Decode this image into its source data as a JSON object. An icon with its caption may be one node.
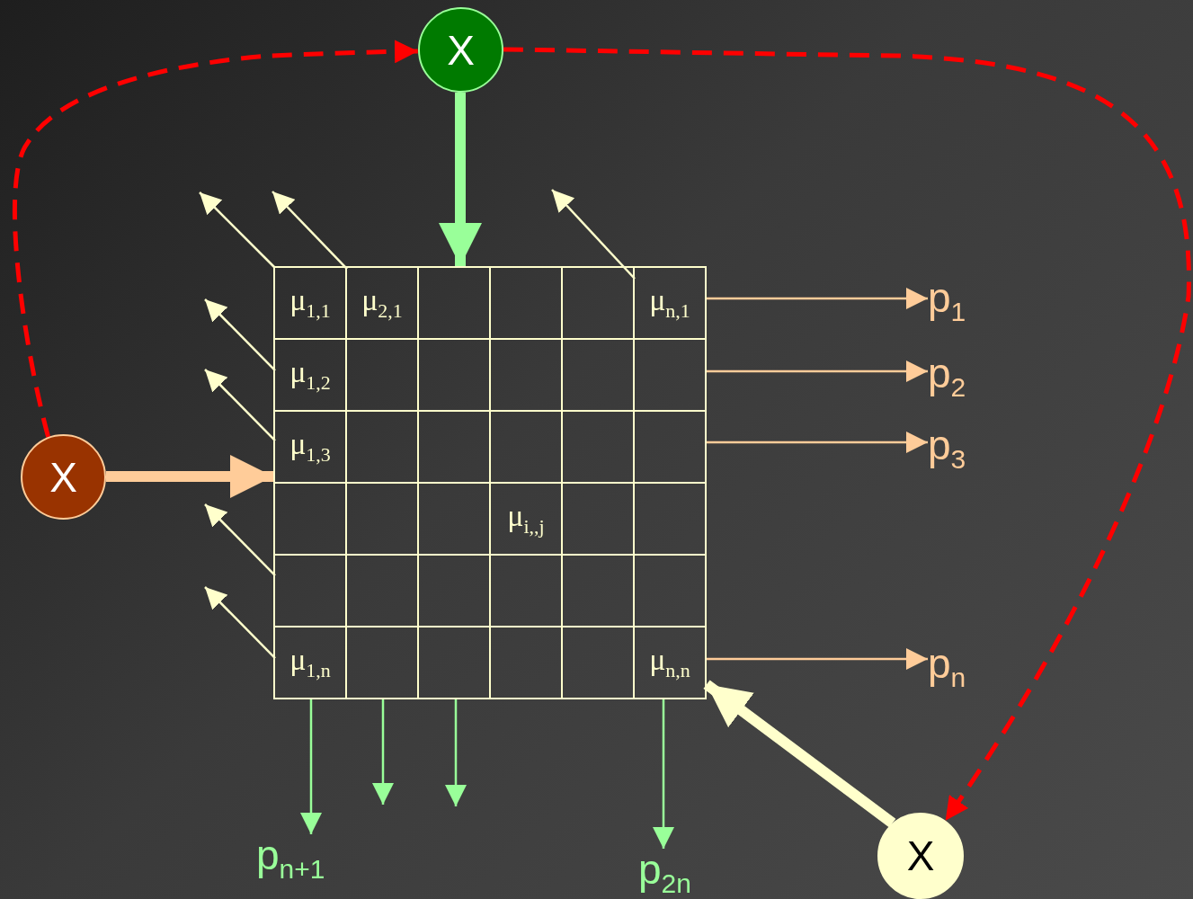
{
  "diagram": {
    "nodes": [
      {
        "text": [
          "X"
        ]
      },
      {
        "text": [
          "X"
        ]
      },
      {
        "text": [
          "X"
        ]
      },
      {
        "text": [],
        "shape": "grid"
      },
      {
        "text": [
          "μ$_{1,1}$"
        ],
        "in": 3
      },
      {
        "text": [
          "μ$_{2,1}$"
        ],
        "in": 3
      },
      {
        "text": [],
        "shape": "box",
        "in": 3
      },
      {
        "text": [],
        "shape": "box",
        "in": 3
      },
      {
        "text": [],
        "shape": "box",
        "in": 3
      },
      {
        "text": [
          "μ$_{n,1}$"
        ],
        "in": 3
      },
      {
        "text": [
          "μ$_{1,2}$"
        ],
        "in": 3
      },
      {
        "text": [],
        "shape": "box",
        "in": 3
      },
      {
        "text": [],
        "shape": "box",
        "in": 3
      },
      {
        "text": [],
        "shape": "box",
        "in": 3
      },
      {
        "text": [],
        "shape": "box",
        "in": 3
      },
      {
        "text": [],
        "shape": "box",
        "in": 3
      },
      {
        "text": [
          "μ$_{1,3}$"
        ],
        "in": 3
      },
      {
        "text": [],
        "shape": "box",
        "in": 3
      },
      {
        "text": [],
        "shape": "box",
        "in": 3
      },
      {
        "text": [],
        "shape": "box",
        "in": 3
      },
      {
        "text": [],
        "shape": "box",
        "in": 3
      },
      {
        "text": [],
        "shape": "box",
        "in": 3
      },
      {
        "text": [],
        "shape": "box",
        "in": 3
      },
      {
        "text": [],
        "shape": "box",
        "in": 3
      },
      {
        "text": [],
        "shape": "box",
        "in": 3
      },
      {
        "text": [
          "μ$_{i,,j}$"
        ],
        "in": 3
      },
      {
        "text": [],
        "shape": "box",
        "in": 3
      },
      {
        "text": [],
        "shape": "box",
        "in": 3
      },
      {
        "text": [],
        "shape": "box",
        "in": 3
      },
      {
        "text": [],
        "shape": "box",
        "in": 3
      },
      {
        "text": [],
        "shape": "box",
        "in": 3
      },
      {
        "text": [],
        "shape": "box",
        "in": 3
      },
      {
        "text": [],
        "shape": "box",
        "in": 3
      },
      {
        "text": [],
        "shape": "box",
        "in": 3
      },
      {
        "text": [
          "μ$_{1,n}$"
        ],
        "in": 3
      },
      {
        "text": [],
        "shape": "box",
        "in": 3
      },
      {
        "text": [],
        "shape": "box",
        "in": 3
      },
      {
        "text": [],
        "shape": "box",
        "in": 3
      },
      {
        "text": [],
        "shape": "box",
        "in": 3
      },
      {
        "text": [
          "μ$_{n,n}$"
        ],
        "in": 3
      },
      {
        "text": [
          "p$_{1}$"
        ]
      },
      {
        "text": [
          "p$_{2}$"
        ]
      },
      {
        "text": [
          "p$_{3}$"
        ]
      },
      {
        "text": [
          "p$_{n}$"
        ]
      },
      {
        "text": [
          "p$_{n+1}$"
        ]
      },
      {
        "text": [
          "p$_{2n}$"
        ]
      }
    ],
    "edges": [
      {
        "from": 1,
        "to": 0,
        "arrow": "to",
        "style": "dashed",
        "color": "#ff0000"
      },
      {
        "from": 0,
        "to": 2,
        "arrow": "to",
        "style": "dashed",
        "color": "#ff0000"
      },
      {
        "from": 0,
        "to": 3,
        "arrow": "to",
        "style": "thick",
        "color": "#99ff99"
      },
      {
        "from": 1,
        "to": 3,
        "arrow": "to",
        "style": "thick",
        "color": "#ffcc99"
      },
      {
        "from": 2,
        "to": 3,
        "arrow": "to",
        "style": "thick"
      },
      {
        "from": 9,
        "to": 40,
        "arrow": "to",
        "color": "#ffcc99"
      },
      {
        "from": 15,
        "to": 41,
        "arrow": "to",
        "color": "#ffcc99"
      },
      {
        "from": 21,
        "to": 42,
        "arrow": "to",
        "color": "#ffcc99"
      },
      {
        "from": 39,
        "to": 43,
        "arrow": "to",
        "color": "#ffcc99"
      },
      {
        "from": 34,
        "to": 44,
        "arrow": "to",
        "color": "#99ff99"
      },
      {
        "from": 35,
        "to": null,
        "arrow": "to",
        "color": "#99ff99"
      },
      {
        "from": 36,
        "to": null,
        "arrow": "to",
        "color": "#99ff99"
      },
      {
        "from": 39,
        "to": 45,
        "arrow": "to",
        "color": "#99ff99"
      },
      {
        "from": 4,
        "to": null,
        "arrow": "to"
      },
      {
        "from": 5,
        "to": null,
        "arrow": "to"
      },
      {
        "from": 9,
        "to": null,
        "arrow": "to"
      },
      {
        "from": 10,
        "to": null,
        "arrow": "to"
      },
      {
        "from": 16,
        "to": null,
        "arrow": "to"
      },
      {
        "from": 28,
        "to": null,
        "arrow": "to"
      },
      {
        "from": 34,
        "to": null,
        "arrow": "to"
      }
    ]
  }
}
